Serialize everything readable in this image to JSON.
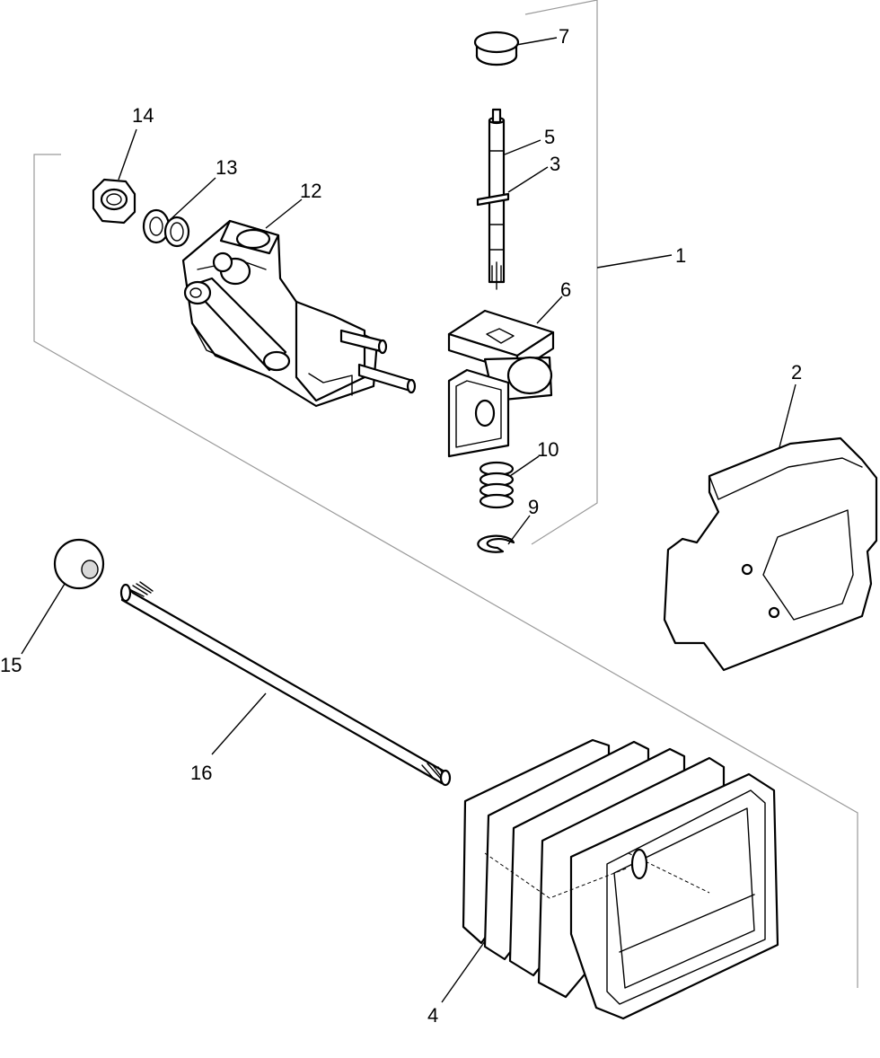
{
  "callouts": [
    {
      "id": "1",
      "label": "1"
    },
    {
      "id": "2",
      "label": "2"
    },
    {
      "id": "3",
      "label": "3"
    },
    {
      "id": "4",
      "label": "4"
    },
    {
      "id": "5",
      "label": "5"
    },
    {
      "id": "6",
      "label": "6"
    },
    {
      "id": "7",
      "label": "7"
    },
    {
      "id": "9",
      "label": "9"
    },
    {
      "id": "10",
      "label": "10"
    },
    {
      "id": "12",
      "label": "12"
    },
    {
      "id": "13",
      "label": "13"
    },
    {
      "id": "14",
      "label": "14"
    },
    {
      "id": "15",
      "label": "15"
    },
    {
      "id": "16",
      "label": "16"
    }
  ]
}
